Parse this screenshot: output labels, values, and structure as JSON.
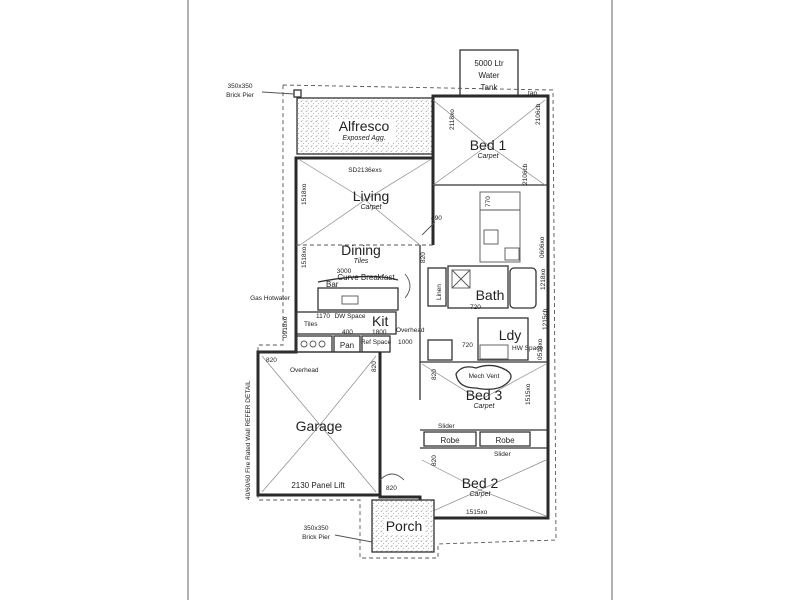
{
  "tank": {
    "line1": "5000 Ltr",
    "line2": "Water",
    "line3": "Tank"
  },
  "piers": {
    "top_size": "350x350",
    "top_label": "Brick Pier",
    "bottom_size": "350x350",
    "bottom_label": "Brick Pier"
  },
  "rooms": {
    "alfresco": {
      "name": "Alfresco",
      "finish": "Exposed Agg."
    },
    "bed1": {
      "name": "Bed 1",
      "finish": "Carpet"
    },
    "living": {
      "name": "Living",
      "finish": "Carpet"
    },
    "dining": {
      "name": "Dining",
      "finish": "Tiles"
    },
    "kit": {
      "name": "Kit"
    },
    "bath": {
      "name": "Bath"
    },
    "ldy": {
      "name": "Ldy"
    },
    "bed3": {
      "name": "Bed 3",
      "finish": "Carpet"
    },
    "garage": {
      "name": "Garage"
    },
    "bed2": {
      "name": "Bed 2",
      "finish": "Carpet"
    },
    "porch": {
      "name": "Porch"
    }
  },
  "labels": {
    "sd_door": "SD2136exs",
    "curve_bar": "Curve Breakfast",
    "bar": "Bar",
    "bar_dim": "3000",
    "dw_space": "DW Space",
    "tiles": "Tiles",
    "pan": "Pan",
    "ref_space": "Ref Space",
    "overhead": "Overhead",
    "dim_1000": "1000",
    "dim_400": "400",
    "dim_1800": "1800",
    "dim_1170": "1170",
    "linen": "Linen",
    "mech_vent": "Mech Vent",
    "hw_space": "HW Space",
    "slider_bed3": "Slider",
    "robe_left": "Robe",
    "robe_right": "Robe",
    "slider_bed2": "Slider",
    "garage_overhead": "Overhead",
    "panel_lift": "2130 Panel Lift",
    "gas_hotwater": "Gas Hotwater",
    "fire_wall": "40/60/60 Fire Rated Wall REFER DETAIL",
    "dim_820_garage": "820",
    "dim_820_hall": "820",
    "dim_820_bed3": "820",
    "dim_820_bed2": "820",
    "dim_820_porch": "820",
    "dim_820_dining": "820",
    "dim_720_bath": "720",
    "dim_720_ldy": "720",
    "dim_490": "490",
    "dim_770": "770",
    "win_bed1_top": "2106cb",
    "win_bed1_side": "2106cb",
    "win_bed1_left": "2118xo",
    "win_living": "1518xo",
    "win_dining": "1518xo",
    "win_kitchen": "0918xo",
    "win_bath": "1218xo",
    "win_ens": "0606xo",
    "win_bed3": "1515xo",
    "win_ldy": "0518xo",
    "win_bed2": "1515xo",
    "win_bath_side": "1215cb",
    "tap": "tap"
  }
}
